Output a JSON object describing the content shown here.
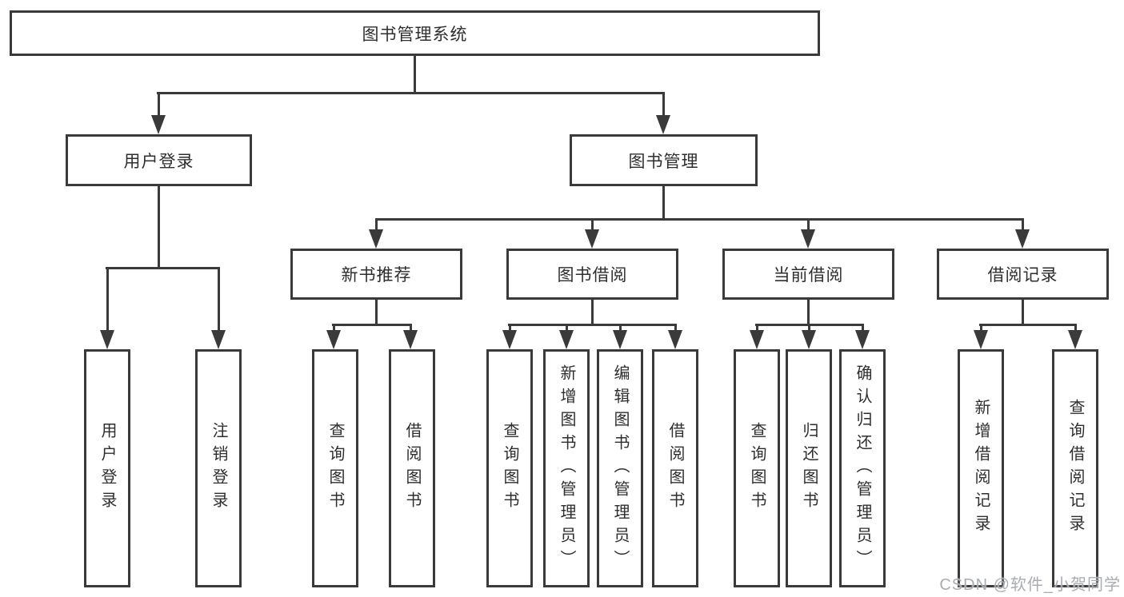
{
  "nodes": {
    "root": "图书管理系统",
    "user_login": "用户登录",
    "book_mgmt": "图书管理",
    "new_book_rec": "新书推荐",
    "book_borrow": "图书借阅",
    "current_borrow": "当前借阅",
    "borrow_records": "借阅记录"
  },
  "leaves": {
    "user_login": [
      "用户登录",
      "注销登录"
    ],
    "new_book_rec": [
      "查询图书",
      "借阅图书"
    ],
    "book_borrow": [
      "查询图书",
      "新增图书（管理员）",
      "编辑图书（管理员）",
      "借阅图书"
    ],
    "current_borrow": [
      "查询图书",
      "归还图书",
      "确认归还（管理员）"
    ],
    "borrow_records": [
      "新增借阅记录",
      "查询借阅记录"
    ]
  },
  "watermark": "CSDN @软件_小贺同学",
  "colors": {
    "line": "#3a3a3a",
    "text": "#2e2e2e",
    "background": "#ffffff",
    "watermark": "#a9acb1"
  }
}
